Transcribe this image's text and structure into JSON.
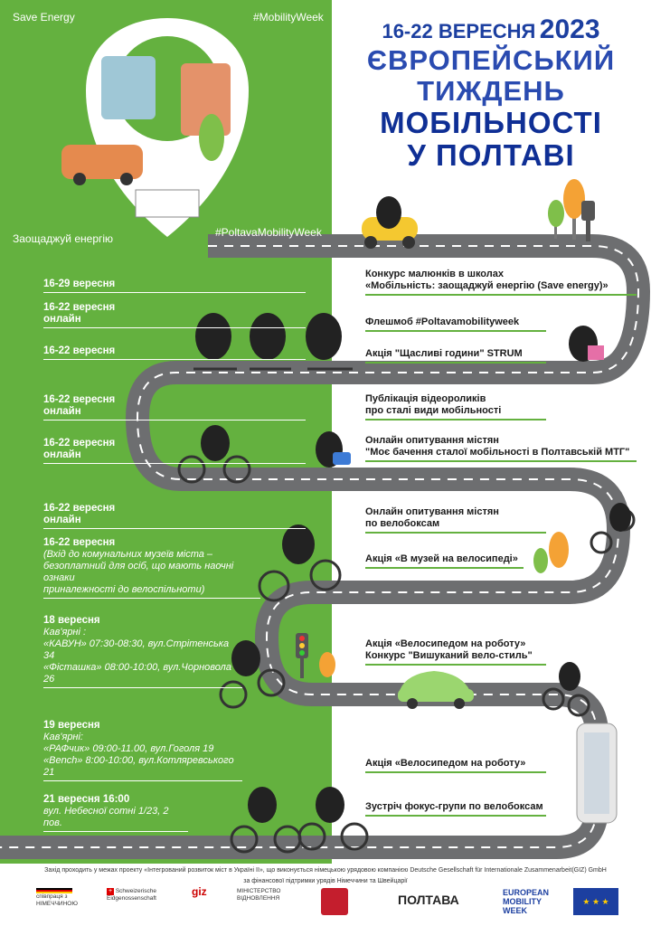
{
  "colors": {
    "green": "#64b13f",
    "blue": "#1c3fa0",
    "road": "#6d6e70"
  },
  "tags": {
    "save_energy": "Save Energy",
    "mobility_week": "#MobilityWeek",
    "save_energy_ua": "Заощаджуй енергію",
    "poltava_hashtag": "#PoltavaMobilityWeek"
  },
  "header": {
    "dates": "16-22 ВЕРЕСНЯ",
    "year": "2023",
    "line1": "ЄВРОПЕЙСЬКИЙ",
    "line2": "ТИЖДЕНЬ",
    "line3": "МОБІЛЬНОСТІ",
    "line4": "У ПОЛТАВІ"
  },
  "left_events": [
    {
      "date": "16-29 вересня",
      "sub": "",
      "note1": "",
      "note2": "",
      "note3": ""
    },
    {
      "date": "16-22 вересня",
      "sub": "онлайн",
      "note1": "",
      "note2": "",
      "note3": ""
    },
    {
      "date": "16-22 вересня",
      "sub": "",
      "note1": "",
      "note2": "",
      "note3": ""
    },
    {
      "date": "16-22 вересня",
      "sub": "онлайн",
      "note1": "",
      "note2": "",
      "note3": ""
    },
    {
      "date": "16-22 вересня",
      "sub": "онлайн",
      "note1": "",
      "note2": "",
      "note3": ""
    },
    {
      "date": "16-22 вересня",
      "sub": "онлайн",
      "note1": "",
      "note2": "",
      "note3": ""
    },
    {
      "date": "16-22 вересня",
      "sub": "",
      "note1": "(Вхід до комунальних музеїв міста –",
      "note2": "безоплатний для осіб, що мають наочні ознаки",
      "note3": "приналежності до велоспільноти)"
    },
    {
      "date": "18 вересня",
      "sub": "",
      "note1": "Кав'ярні :",
      "note2": "«КАВУН» 07:30-08:30, вул.Стрітенська 34",
      "note3": "«Фісташка» 08:00-10:00, вул.Чорновола 26"
    },
    {
      "date": "19 вересня",
      "sub": "",
      "note1": "Кав'ярні:",
      "note2": "«РАФчик» 09:00-11.00, вул.Гоголя 19",
      "note3": "«Bench» 8:00-10:00, вул.Котляревського 21"
    },
    {
      "date": "21 вересня 16:00",
      "sub": "",
      "note1": "вул. Небесної сотні 1/23, 2 пов.",
      "note2": "",
      "note3": ""
    }
  ],
  "right_events": [
    {
      "line1": "Конкурс малюнків в школах",
      "line2": "«Мобільність: заощаджуй енергію (Save energy)»"
    },
    {
      "line1": "Флешмоб #Poltavamobilityweek",
      "line2": ""
    },
    {
      "line1": "Акція \"Щасливі години\" STRUM",
      "line2": ""
    },
    {
      "line1": "Публікація відеороликів",
      "line2": "про сталі види мобільності"
    },
    {
      "line1": "Онлайн опитування містян",
      "line2": "\"Моє бачення сталої мобільності в Полтавській МТГ\""
    },
    {
      "line1": "Онлайн опитування містян",
      "line2": "по велобоксам"
    },
    {
      "line1": "Акція «В музей на велосипеді»",
      "line2": ""
    },
    {
      "line1": "Акція «Велосипедом на роботу»",
      "line2": "Конкурс \"Вишуканий вело-стиль\""
    },
    {
      "line1": "Акція «Велосипедом на роботу»",
      "line2": ""
    },
    {
      "line1": "Зустріч фокус-групи по велобоксам",
      "line2": ""
    }
  ],
  "footer": {
    "line1": "Захід проходить у межах проекту «Інтегрований розвиток міст в Україні ІІ», що виконується німецькою урядовою компанією Deutsche Gesellschaft für Internationale Zusammenarbeit(GIZ) GmbH",
    "line2": "за фінансової підтримки урядів Німеччини та Швейцарії"
  },
  "logos": {
    "germany": "співпраця з НІМЕЧЧИНОЮ",
    "swiss": "Schweizerische Eidgenossenschaft",
    "giz": "giz",
    "ministry": "МІНІСТЕРСТВО ВІДНОВЛЕННЯ",
    "poltava": "ПОЛТАВА",
    "emw_line1": "EUROPEAN",
    "emw_line2": "MOBILITY",
    "emw_line3": "WEEK"
  }
}
